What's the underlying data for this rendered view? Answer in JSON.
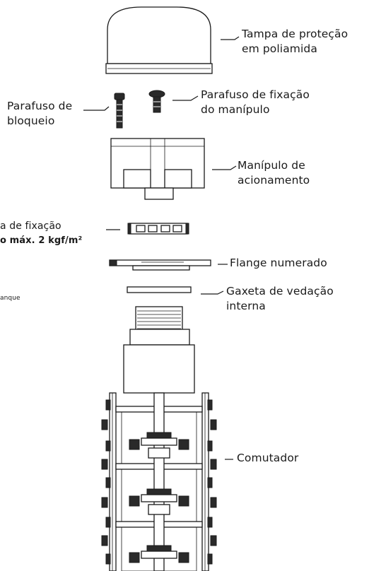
{
  "labels": {
    "tampa": [
      "Tampa de proteção",
      "em poliamida"
    ],
    "parafuso_bloqueio": [
      "Parafuso de",
      "bloqueio"
    ],
    "parafuso_fixacao": [
      "Parafuso de fixação",
      "do manípulo"
    ],
    "manipulo": [
      "Manípulo de",
      "acionamento"
    ],
    "porca": "a de fixação",
    "torque": "o máx. 2 kgf/m²",
    "flange": "Flange numerado",
    "gaxeta": [
      "Gaxeta de vedação",
      "interna"
    ],
    "tanque": "anque",
    "comutador": "Comutador"
  },
  "icons": [
    "tampa-cap-icon",
    "screw-icon",
    "knob-icon",
    "nut-icon",
    "flange-icon",
    "gasket-icon",
    "switch-body-icon"
  ]
}
